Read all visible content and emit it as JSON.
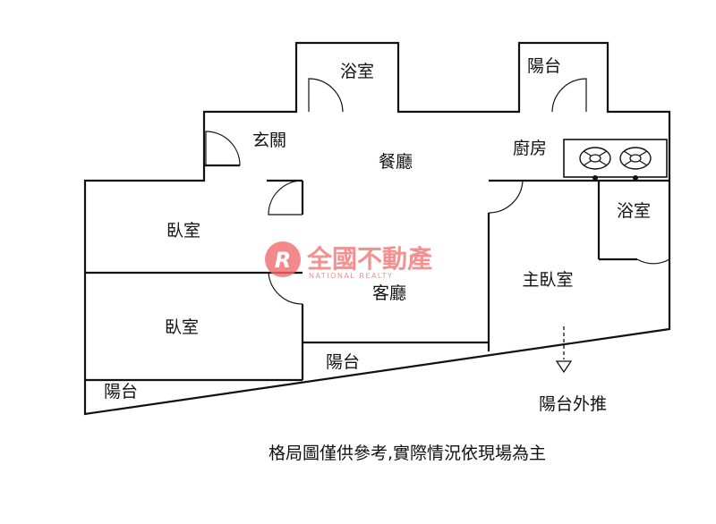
{
  "rooms": {
    "bath_top": "浴室",
    "balcony_top": "陽台",
    "foyer": "玄關",
    "dining": "餐廳",
    "kitchen": "廚房",
    "bath_right": "浴室",
    "bedroom_1": "臥室",
    "bedroom_2": "臥室",
    "living": "客廳",
    "master_bedroom": "主臥室",
    "balcony_middle": "陽台",
    "balcony_left": "陽台"
  },
  "annotations": {
    "balcony_extension": "陽台外推",
    "disclaimer": "格局圖僅供參考,實際情況依現場為主"
  },
  "watermark": {
    "logo_letter": "R",
    "brand_name": "全國不動產",
    "brand_english": "NATIONAL REALTY",
    "color": "#f06b6b"
  }
}
